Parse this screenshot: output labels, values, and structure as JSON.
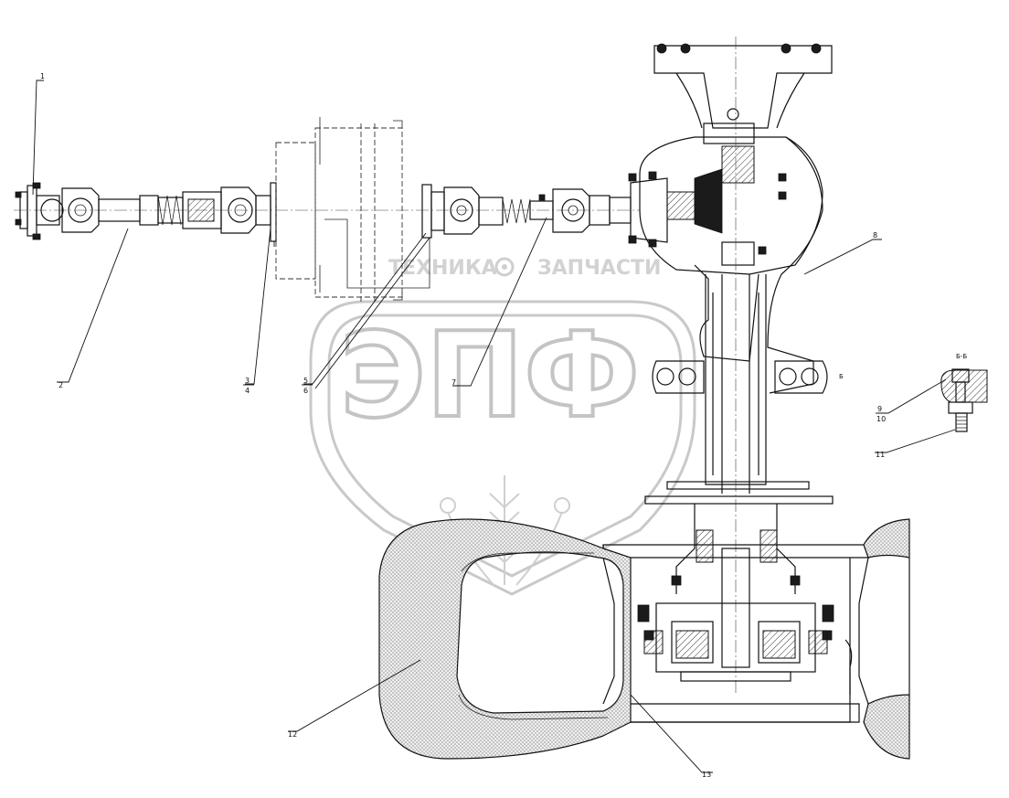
{
  "watermark": {
    "top_line_left": "ТЕХНИКА",
    "top_line_right": "ЗАПЧАСТИ",
    "logo": "ЭПФ"
  },
  "callouts": [
    {
      "id": "c1",
      "label": "1"
    },
    {
      "id": "c2",
      "label": "2"
    },
    {
      "id": "c3",
      "label": "3"
    },
    {
      "id": "c4",
      "label": "4"
    },
    {
      "id": "c5",
      "label": "5"
    },
    {
      "id": "c6",
      "label": "6"
    },
    {
      "id": "c7",
      "label": "7"
    },
    {
      "id": "c8",
      "label": "8"
    },
    {
      "id": "c9",
      "label": "9"
    },
    {
      "id": "c10",
      "label": "10"
    },
    {
      "id": "c11",
      "label": "11"
    },
    {
      "id": "c12",
      "label": "12"
    },
    {
      "id": "c13",
      "label": "13"
    }
  ],
  "section_label": "Б-Б",
  "view_mark": "Б"
}
